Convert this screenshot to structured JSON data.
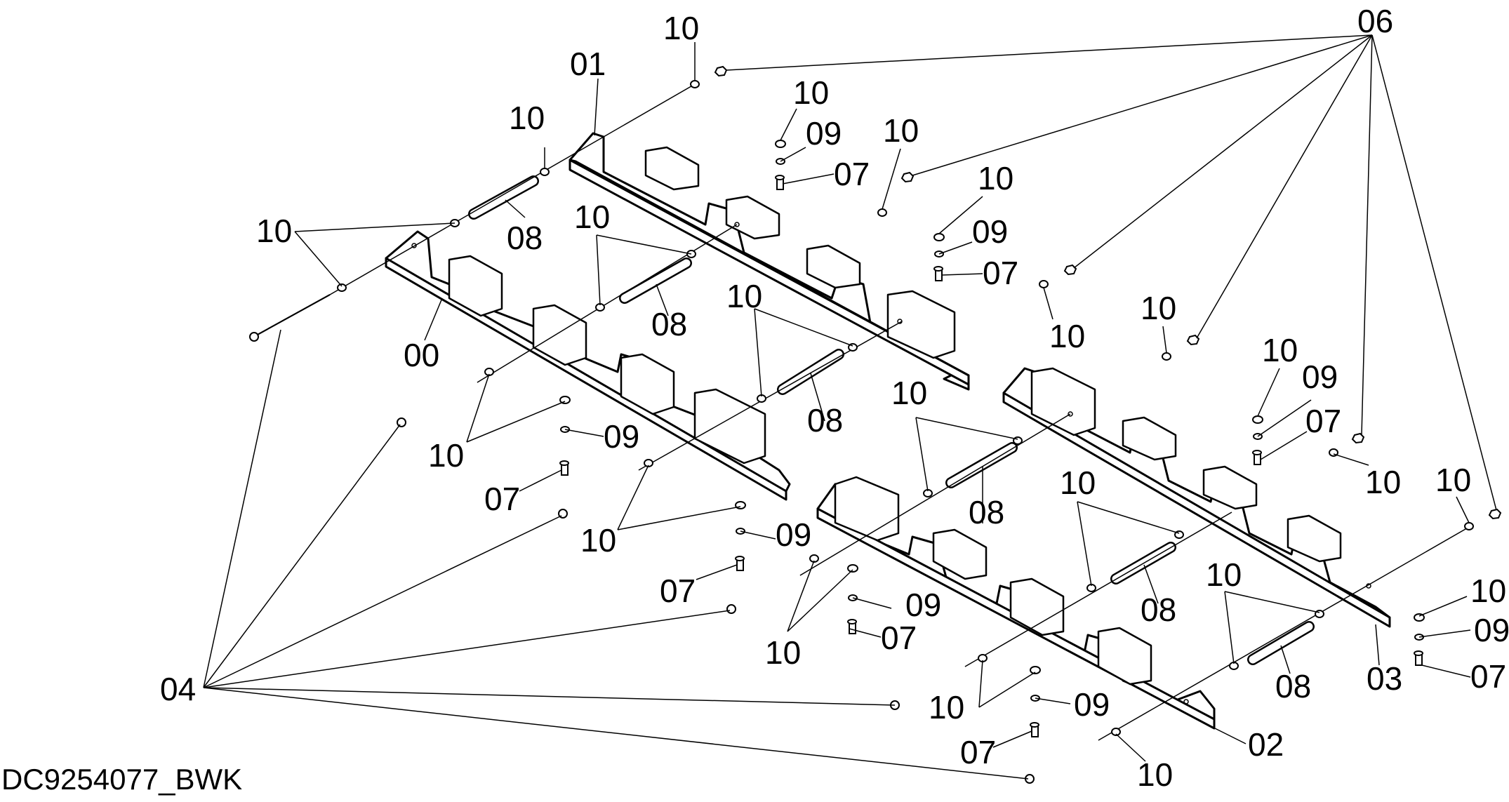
{
  "drawing_number": "DC9254077_BWK",
  "callouts": {
    "c00": "00",
    "c01": "01",
    "c02": "02",
    "c03": "03",
    "c04": "04",
    "c06": "06",
    "c07_a": "07",
    "c07_b": "07",
    "c07_c": "07",
    "c07_d": "07",
    "c07_e": "07",
    "c07_f": "07",
    "c07_g": "07",
    "c07_h": "07",
    "c08_a": "08",
    "c08_b": "08",
    "c08_c": "08",
    "c08_d": "08",
    "c08_e": "08",
    "c08_f": "08",
    "c09_a": "09",
    "c09_b": "09",
    "c09_c": "09",
    "c09_d": "09",
    "c09_e": "09",
    "c09_f": "09",
    "c09_g": "09",
    "c09_h": "09",
    "c10_a": "10",
    "c10_b": "10",
    "c10_c": "10",
    "c10_d": "10",
    "c10_e": "10",
    "c10_f": "10",
    "c10_g": "10",
    "c10_h": "10",
    "c10_i": "10",
    "c10_j": "10",
    "c10_k": "10",
    "c10_l": "10",
    "c10_m": "10",
    "c10_n": "10",
    "c10_o": "10",
    "c10_p": "10",
    "c10_q": "10",
    "c10_r": "10",
    "c10_s": "10",
    "c10_t": "10",
    "c10_u": "10",
    "c10_v": "10"
  }
}
